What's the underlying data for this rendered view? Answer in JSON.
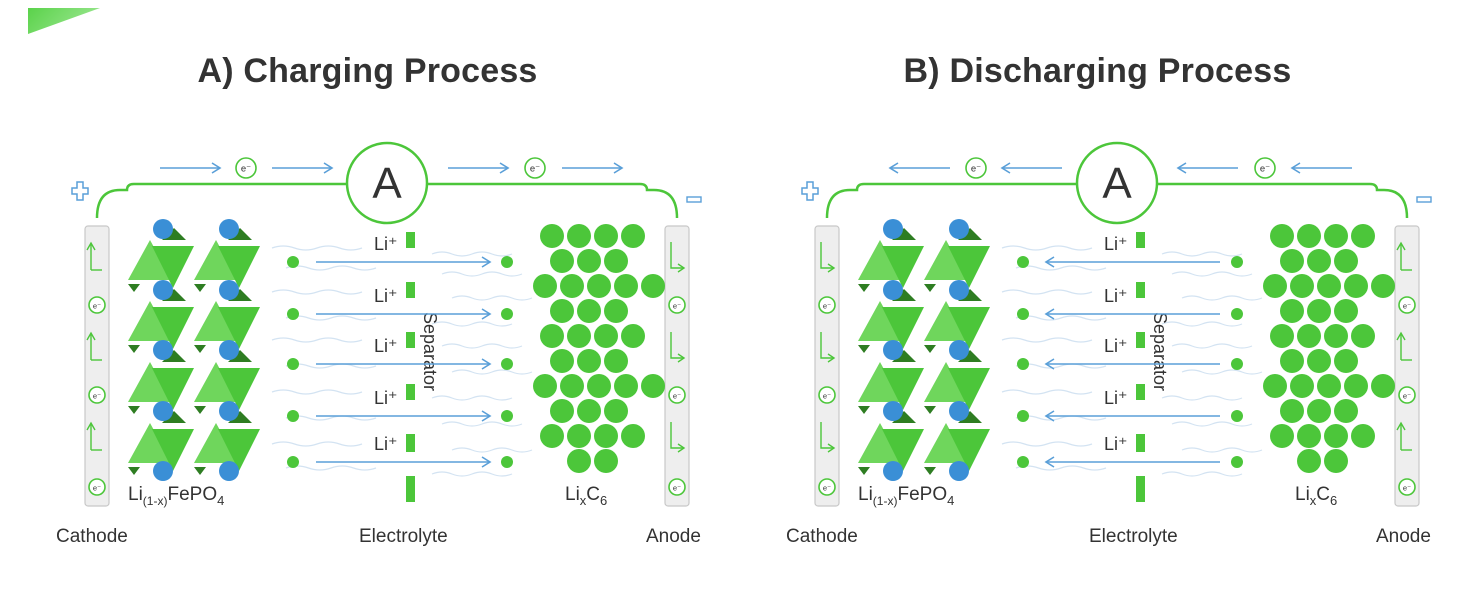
{
  "panels": [
    {
      "title": "A) Charging Process",
      "direction": "charging",
      "ammeter": "A",
      "electron": "e⁻",
      "ion": "Li⁺",
      "separator": "Separator",
      "cathode_material": {
        "base": "Li",
        "sub": "(1-x)",
        "rest": "FePO",
        "sub2": "4"
      },
      "anode_material": {
        "base": "Li",
        "sub": "x",
        "rest": "C",
        "sub2": "6"
      },
      "labels": {
        "cathode": "Cathode",
        "electrolyte": "Electrolyte",
        "anode": "Anode"
      }
    },
    {
      "title": "B) Discharging Process",
      "direction": "discharging",
      "ammeter": "A",
      "electron": "e⁻",
      "ion": "Li⁺",
      "separator": "Separator",
      "cathode_material": {
        "base": "Li",
        "sub": "(1-x)",
        "rest": "FePO",
        "sub2": "4"
      },
      "anode_material": {
        "base": "Li",
        "sub": "x",
        "rest": "C",
        "sub2": "6"
      },
      "labels": {
        "cathode": "Cathode",
        "electrolyte": "Electrolyte",
        "anode": "Anode"
      }
    }
  ],
  "colors": {
    "green": "#4cc63a",
    "light_green": "#6fd65c",
    "dark_green": "#2e7d22",
    "blue": "#3a8fd6",
    "arrow_blue": "#5a9fd8",
    "wave_blue": "#d3e3f2",
    "electrode_fill": "#eeeeee",
    "electrode_stroke": "#c8c8c8",
    "text": "#333333"
  }
}
